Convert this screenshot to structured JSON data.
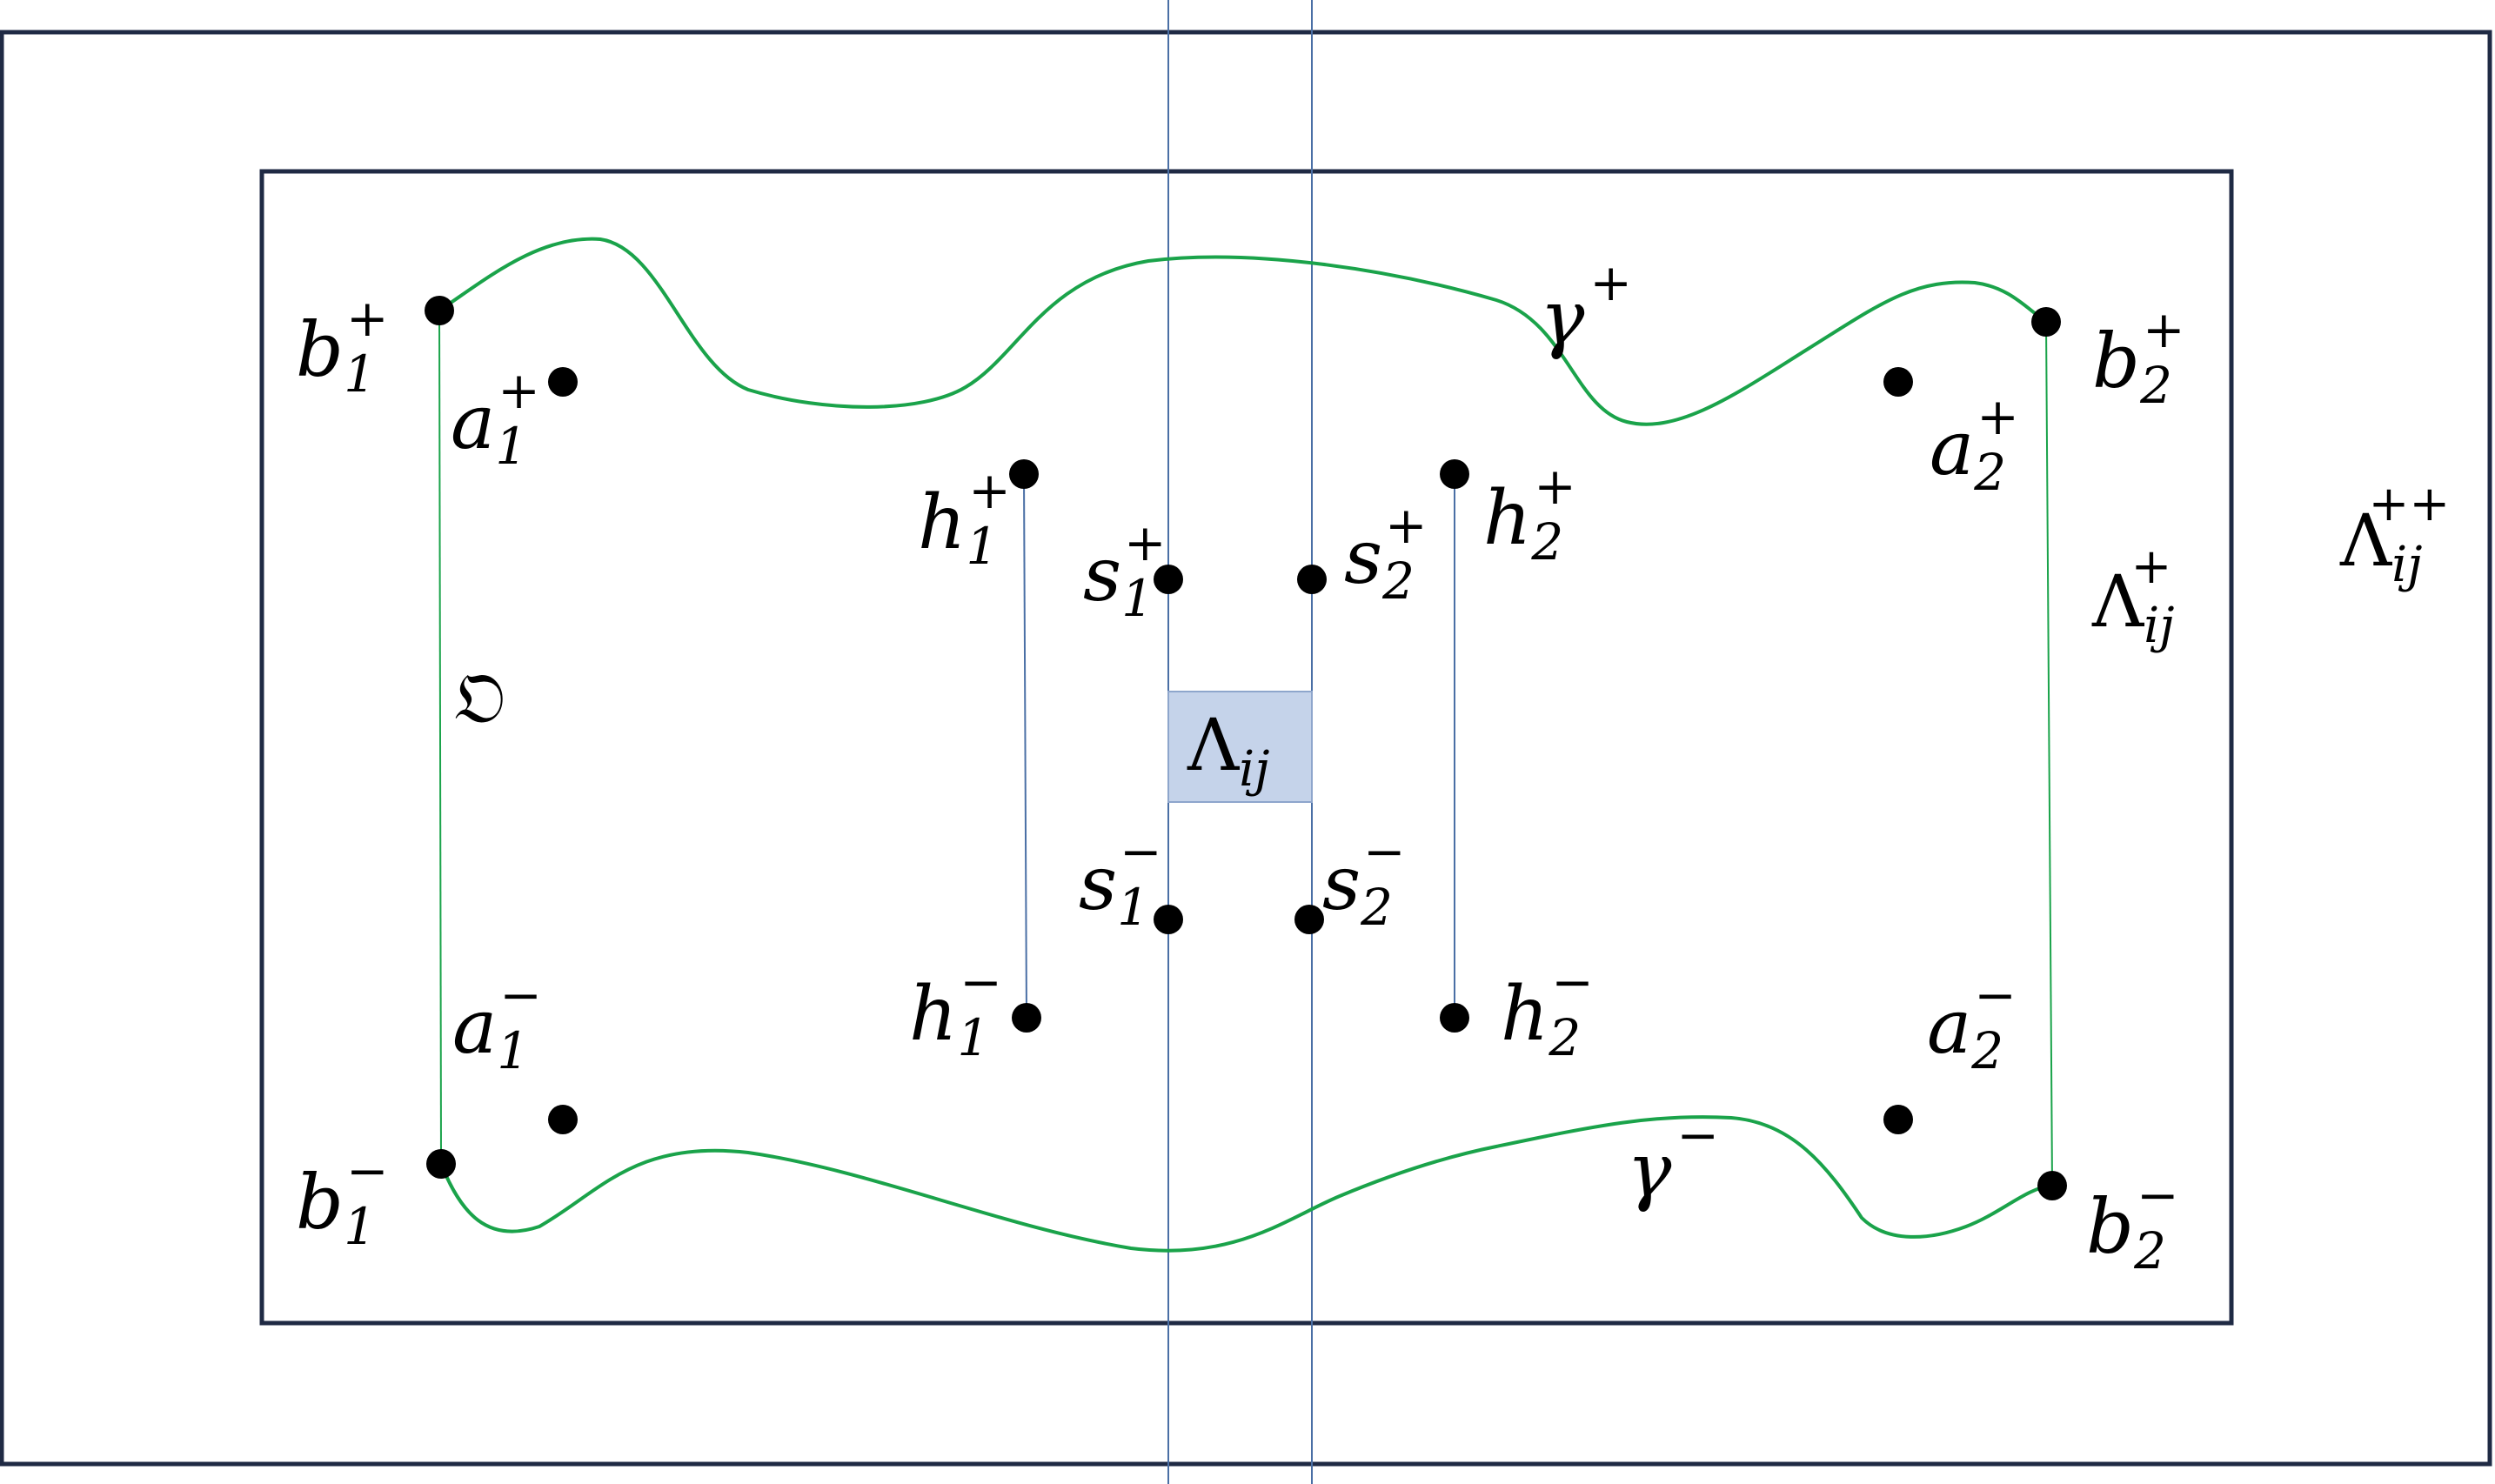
{
  "colors": {
    "frame": "#1f2a44",
    "strip": "#4a6fa5",
    "curve": "#1aa34a",
    "segment": "#4a6fa5",
    "point": "#000000",
    "box_fill": "#c5d3ea",
    "box_stroke": "#8ea6cc"
  },
  "labels": {
    "outer_region": {
      "base": "Λ",
      "sub": "ij",
      "sup": "++"
    },
    "inner_region": {
      "base": "Λ",
      "sub": "ij",
      "sup": "+"
    },
    "center_box": {
      "base": "Λ",
      "sub": "ij"
    },
    "curve_top": {
      "base": "γ",
      "sup": "+"
    },
    "curve_bottom": {
      "base": "γ",
      "sup": "−"
    },
    "domain": "𝔒",
    "b1_plus": {
      "base": "b",
      "sub": "1",
      "sup": "+"
    },
    "b1_minus": {
      "base": "b",
      "sub": "1",
      "sup": "−"
    },
    "b2_plus": {
      "base": "b",
      "sub": "2",
      "sup": "+"
    },
    "b2_minus": {
      "base": "b",
      "sub": "2",
      "sup": "−"
    },
    "a1_plus": {
      "base": "a",
      "sub": "1",
      "sup": "+"
    },
    "a1_minus": {
      "base": "a",
      "sub": "1",
      "sup": "−"
    },
    "a2_plus": {
      "base": "a",
      "sub": "2",
      "sup": "+"
    },
    "a2_minus": {
      "base": "a",
      "sub": "2",
      "sup": "−"
    },
    "h1_plus": {
      "base": "h",
      "sub": "1",
      "sup": "+"
    },
    "h1_minus": {
      "base": "h",
      "sub": "1",
      "sup": "−"
    },
    "h2_plus": {
      "base": "h",
      "sub": "2",
      "sup": "+"
    },
    "h2_minus": {
      "base": "h",
      "sub": "2",
      "sup": "−"
    },
    "s1_plus": {
      "base": "s",
      "sub": "1",
      "sup": "+"
    },
    "s1_minus": {
      "base": "s",
      "sub": "1",
      "sup": "−"
    },
    "s2_plus": {
      "base": "s",
      "sub": "2",
      "sup": "+"
    },
    "s2_minus": {
      "base": "s",
      "sub": "2",
      "sup": "−"
    }
  }
}
